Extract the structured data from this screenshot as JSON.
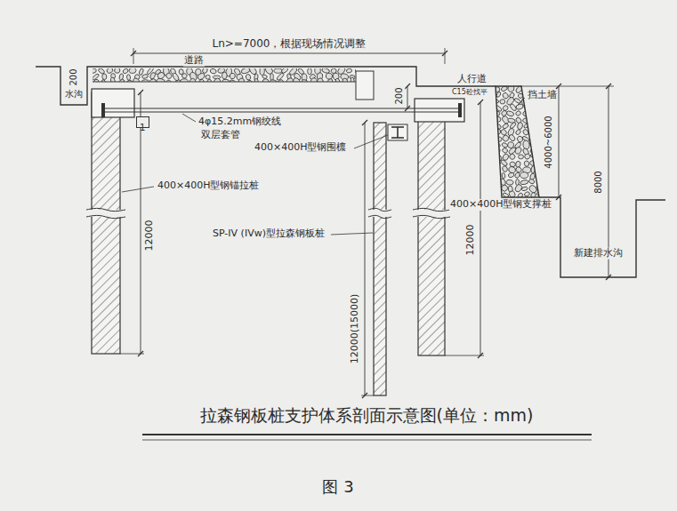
{
  "diagram": {
    "title": "拉森钢板桩支护体系剖面示意图(单位：mm)",
    "caption": "图 3",
    "nodes": [
      {
        "text": [
          "1"
        ]
      }
    ],
    "labels": [
      "Ln>=7000，根据现场情况调整",
      "道路",
      "200",
      "水沟",
      "人行道",
      "200",
      "C15砼找平",
      "4φ15.2mm钢绞线",
      "双层套管",
      "400×400H型钢围檩",
      "挡土墙",
      "4000~6000",
      "8000",
      "400×400H型钢锚拉桩",
      "12000",
      "400×400H型钢支撑桩",
      "SP-IV (IVw)型拉森钢板桩",
      "12000(15000)",
      "12000",
      "新建排水沟"
    ]
  }
}
